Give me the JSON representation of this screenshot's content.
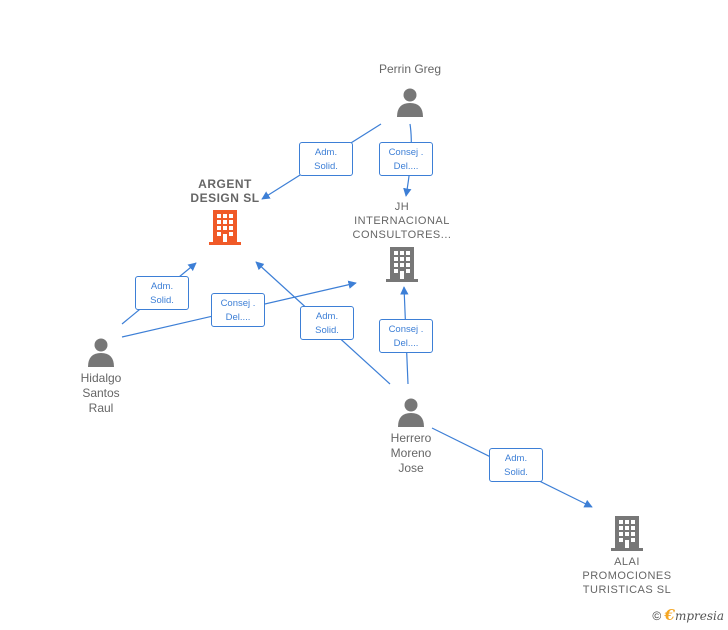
{
  "people": {
    "perrin": {
      "label": "Perrin Greg"
    },
    "hidalgo": {
      "label": "Hidalgo\nSantos\nRaul"
    },
    "herrero": {
      "label": "Herrero\nMoreno\nJose"
    }
  },
  "companies": {
    "argent": {
      "label": "ARGENT\nDESIGN  SL",
      "color": "#f05a28"
    },
    "jh": {
      "label": "JH\nINTERNACIONAL\nCONSULTORES...",
      "color": "#777777"
    },
    "alai": {
      "label": "ALAI\nPROMOCIONES\nTURISTICAS SL",
      "color": "#777777"
    }
  },
  "relations": {
    "r1": "Adm.\nSolid.",
    "r2": "Consej .\nDel....",
    "r3": "Adm.\nSolid.",
    "r4": "Consej .\nDel....",
    "r5": "Adm.\nSolid.",
    "r6": "Consej .\nDel....",
    "r7": "Adm.\nSolid."
  },
  "colors": {
    "edge": "#3d7fd6",
    "person_icon": "#777777",
    "brand_accent": "#f5a623"
  },
  "footer": {
    "copyright": "©",
    "brand_first": "€",
    "brand_rest": "mpresia"
  }
}
